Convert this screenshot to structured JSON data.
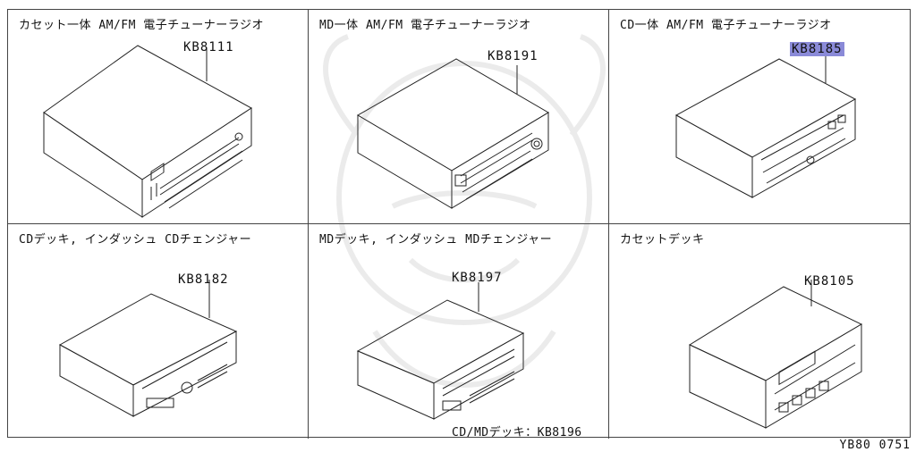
{
  "cells": [
    {
      "title": "カセット一体 AM/FM 電子チューナーラジオ",
      "part": "KB8111"
    },
    {
      "title": "MD一体 AM/FM 電子チューナーラジオ",
      "part": "KB8191"
    },
    {
      "title": "CD一体 AM/FM 電子チューナーラジオ",
      "part": "KB8185"
    },
    {
      "title": "CDデッキ, インダッシュ CDチェンジャー",
      "part": "KB8182"
    },
    {
      "title": "MDデッキ, インダッシュ MDチェンジャー",
      "part": "KB8197",
      "note": "CD/MDデッキ：KB8196"
    },
    {
      "title": "カセットデッキ",
      "part": "KB8105"
    }
  ],
  "figure_code": "YB80 0751",
  "highlight_color": "#8a8ad8"
}
